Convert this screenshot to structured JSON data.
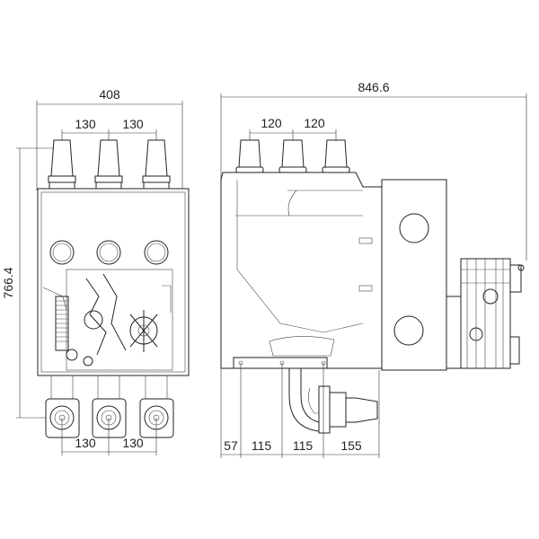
{
  "front_view": {
    "overall_width": "408",
    "top_pitch_left": "130",
    "top_pitch_right": "130",
    "overall_height": "766.4",
    "bottom_pitch_left": "130",
    "bottom_pitch_right": "130"
  },
  "side_view": {
    "overall_depth": "846.6",
    "top_pitch_left": "120",
    "top_pitch_right": "120",
    "bottom_dims": [
      "57",
      "115",
      "115",
      "155"
    ]
  },
  "colors": {
    "line": "#222222",
    "background": "#ffffff"
  }
}
